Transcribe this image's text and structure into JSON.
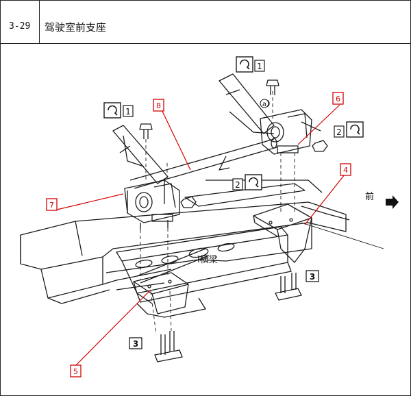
{
  "header": {
    "code": "3-29",
    "title": "驾驶室前支座"
  },
  "diagram": {
    "crossmember_label": "I横梁",
    "front_label": "前",
    "callouts": {
      "c4": "4",
      "c5": "5",
      "c6": "6",
      "c7": "7",
      "c8": "8"
    },
    "part_labels": {
      "p1_left": "1",
      "p1_right": "1",
      "p2_mid": "2",
      "p2_right": "2",
      "p3_right": "3",
      "p3_bottom": "3"
    },
    "mark_a": "a",
    "colors": {
      "line": "#1a1a1a",
      "callout": "#d40000"
    }
  }
}
